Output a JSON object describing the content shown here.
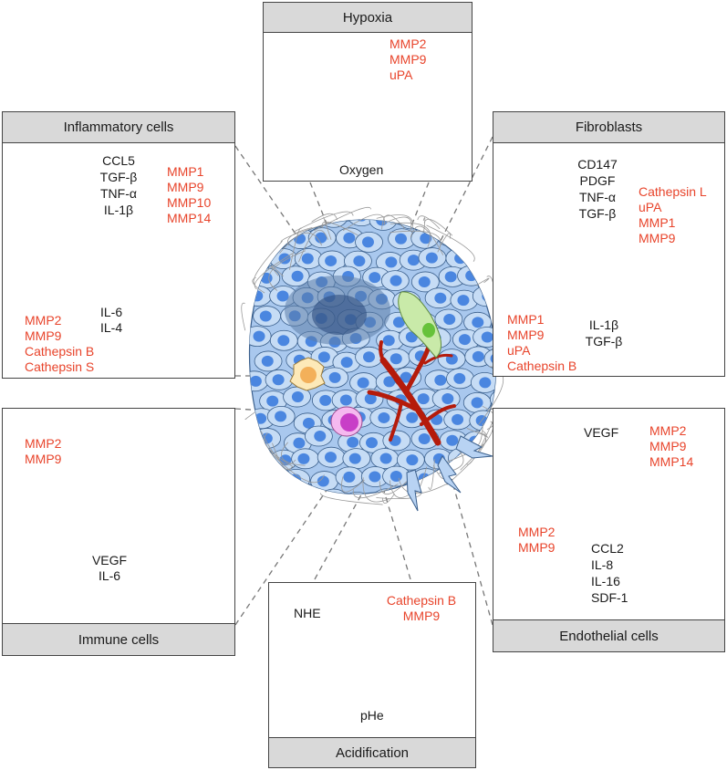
{
  "colors": {
    "accent_red": "#e8442b",
    "tumor_blue": "#4a86e0",
    "cell_fill": "#c6dcf5",
    "vessel_red": "#b51b0b",
    "fibroblast_green": "#c9eaa9",
    "immune_pink": "#f5b9ef",
    "inflammatory_yellow": "#fde9b8",
    "endothelial_salmon": "#f6b8a6",
    "header_gray": "#d9d9d9"
  },
  "hypoxia": {
    "title": "Hypoxia",
    "markers": [
      "MMP2",
      "MMP9",
      "uPA"
    ],
    "gradient_label": "Oxygen"
  },
  "inflammatory": {
    "title": "Inflammatory cells",
    "signals_in": [
      "CCL5",
      "TGF-β",
      "TNF-α",
      "IL-1β"
    ],
    "markers_tumor": [
      "MMP1",
      "MMP9",
      "MMP10",
      "MMP14"
    ],
    "signals_out": [
      "IL-6",
      "IL-4"
    ],
    "markers_cell": [
      "MMP2",
      "MMP9",
      "Cathepsin B",
      "Cathepsin S"
    ]
  },
  "fibroblasts": {
    "title": "Fibroblasts",
    "signals_in": [
      "CD147",
      "PDGF",
      "TNF-α",
      "TGF-β"
    ],
    "markers_fibro": [
      "Cathepsin L",
      "uPA",
      "MMP1",
      "MMP9"
    ],
    "signals_out": [
      "IL-1β",
      "TGF-β"
    ],
    "markers_tumor": [
      "MMP1",
      "MMP9",
      "uPA",
      "Cathepsin B"
    ]
  },
  "immune": {
    "title": "Immune cells",
    "markers": [
      "MMP2",
      "MMP9"
    ],
    "signals_out": [
      "VEGF",
      "IL-6"
    ]
  },
  "endothelial": {
    "title": "Endothelial cells",
    "signal_in": "VEGF",
    "markers_endo": [
      "MMP2",
      "MMP9",
      "MMP14"
    ],
    "markers_tumor": [
      "MMP2",
      "MMP9"
    ],
    "signals_out": [
      "CCL2",
      "IL-8",
      "IL-16",
      "SDF-1"
    ]
  },
  "acidification": {
    "title": "Acidification",
    "nhe_label": "NHE",
    "markers": [
      "Cathepsin B",
      "MMP9"
    ],
    "gradient_label": "pHe"
  }
}
